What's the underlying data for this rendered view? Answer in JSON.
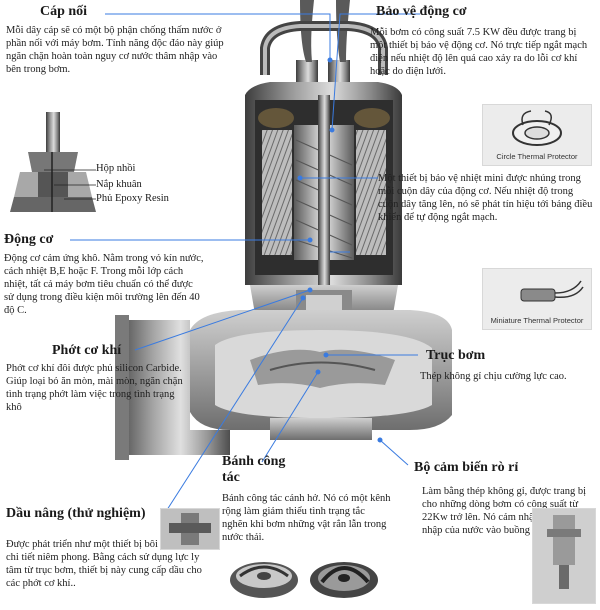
{
  "sections": {
    "cable": {
      "title": "Cáp nối",
      "body": "Mỗi dây cáp sẽ có một bộ phận chống thấm nước ở phần nối với máy bơm. Tính năng độc đáo này giúp ngăn chặn hoàn toàn nguy cơ nước thâm nhập vào bên trong bơm."
    },
    "motor_protector": {
      "title": "Bảo vệ động cơ",
      "body": "Mỗi bơm có công suất 7.5 KW đều được trang bị một thiết bị bảo vệ động cơ. Nó trực tiếp ngắt mạch điện nếu nhiệt độ lên quá cao xảy ra do lỗi cơ khí hoặc do điện lưới."
    },
    "mini_protector": {
      "body": "Một thiết bị bảo vệ nhiệt mini được nhúng trong mỗi cuộn dây của động cơ. Nếu nhiệt độ trong cuộn dây tăng lên, nó sẽ phát tín hiệu tới bảng điều khiển để tự động ngắt mạch."
    },
    "motor": {
      "title": "Động cơ",
      "body": "Động cơ cảm ứng khô. Nằm trong vỏ kín nước, cách nhiệt B,E hoặc F. Trong mỗi lớp cách nhiệt, tất cả máy bơm tiêu chuẩn có thể được sử dụng trong điều kiện môi trường lên đến 40 độ C."
    },
    "seal": {
      "title": "Phớt cơ khí",
      "body": "Phớt cơ khí đôi được phủ silicon Carbide. Giúp loại bỏ ăn mòn, mài mòn, ngăn chặn tình trạng phớt làm việc trong tình trạng khô"
    },
    "shaft": {
      "title": "Trục bơm",
      "body": "Thép không gỉ chịu cường lực cao."
    },
    "impeller": {
      "title": "Bánh công tác",
      "body": "Bánh công tác cánh hở. Nó có một kênh rộng làm giảm thiểu tình trạng tắc nghẽn khi bơm những vật rắn lẫn trong nước thải."
    },
    "leak_sensor": {
      "title": "Bộ cảm biến rò rỉ",
      "body": "Làm bằng thép không gỉ, được trang bị cho những dòng bơm có công suất từ 22Kw trở lên. Nó cảm nhận sự xâm nhập của nước vào buồng dầu."
    },
    "oil_lifter": {
      "title": "Dầu nâng (thử nghiệm)",
      "body": "Được phát triển như một thiết bị bôi trơn cho các chi tiết niêm phong. Bằng cách sử dụng lực ly tâm từ trục bơm, thiết bị này cung cấp dầu cho các phớt cơ khí.."
    }
  },
  "inset_labels": [
    "Hộp nhồi",
    "Nắp khuân",
    "Phủ Epoxy Resin"
  ],
  "photo_captions": {
    "circle": "Circle Thermal Protector",
    "miniature": "Miniature Thermal Protector"
  },
  "colors": {
    "leader": "#3a7be0",
    "text": "#1a1a1a"
  }
}
